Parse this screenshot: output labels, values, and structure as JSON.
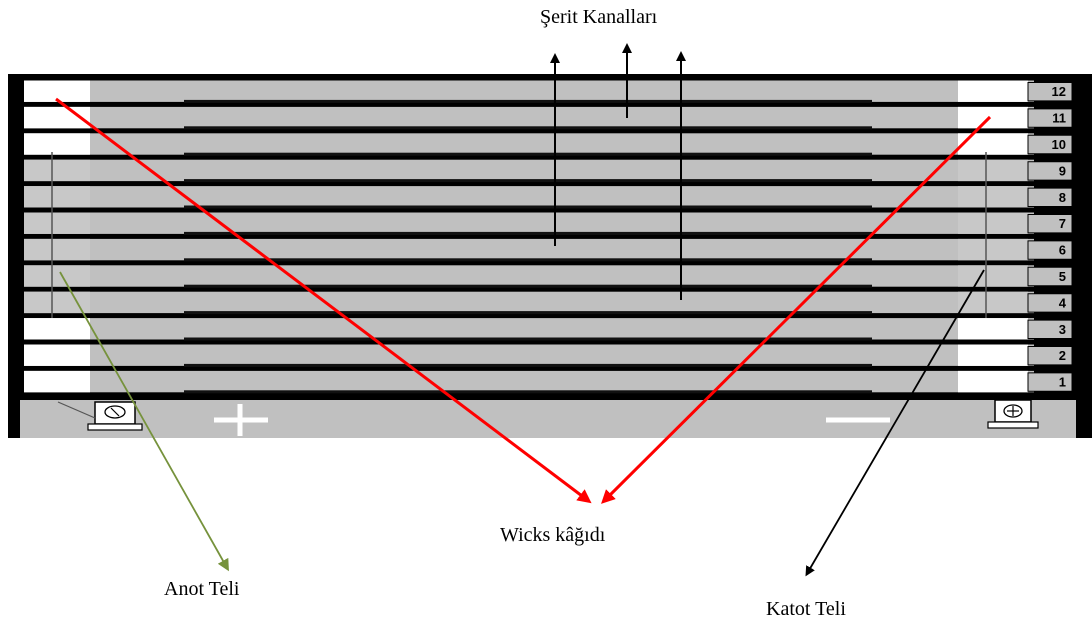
{
  "labels": {
    "lanes_title": "Şerit Kanalları",
    "wicks": "Wicks kâğıdı",
    "anode_wire": "Anot Teli",
    "cathode_wire": "Katot Teli"
  },
  "lane_numbers": [
    "12",
    "11",
    "10",
    "9",
    "8",
    "7",
    "6",
    "5",
    "4",
    "3",
    "2",
    "1"
  ],
  "electrode_symbols": {
    "plus": "+",
    "minus": "−"
  },
  "colors": {
    "channel": "#c0c0c0",
    "separator": "#000000",
    "wicks_arrow": "#ff0000",
    "anode_arrow": "#76923c",
    "cathode_arrow": "#000000",
    "white_pad": "#ffffff"
  }
}
